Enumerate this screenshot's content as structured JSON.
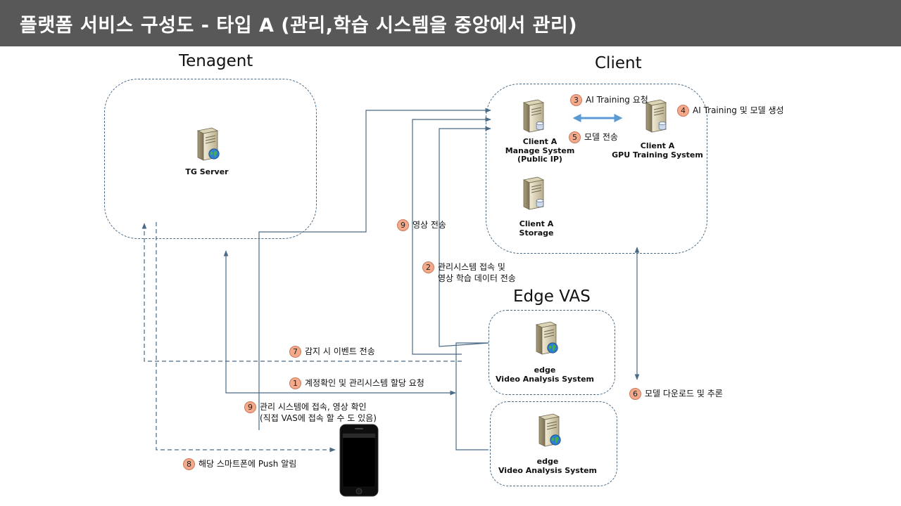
{
  "title": "플랫폼 서비스 구성도 - 타입 A  (관리,학습 시스템을 중앙에서 관리)",
  "regions": {
    "tenagent": "Tenagent",
    "client": "Client",
    "edge_vas": "Edge VAS"
  },
  "nodes": {
    "tg_server": "TG Server",
    "client_manage": [
      "Client A",
      "Manage System",
      "(Public IP)"
    ],
    "client_gpu": [
      "Client A",
      "GPU Training System"
    ],
    "client_storage": [
      "Client A",
      "Storage"
    ],
    "edge1": [
      "edge",
      "Video Analysis System"
    ],
    "edge2": [
      "edge",
      "Video Analysis System"
    ]
  },
  "steps": {
    "s1": {
      "num": "1",
      "lines": [
        "계정확인 및 관리시스템 할당 요청"
      ]
    },
    "s2": {
      "num": "2",
      "lines": [
        "관리시스템 접속 및",
        "영상 학습 데이터 전송"
      ]
    },
    "s3": {
      "num": "3",
      "lines": [
        "AI Training 요청"
      ]
    },
    "s4": {
      "num": "4",
      "lines": [
        "AI Training 및 모델 생성"
      ]
    },
    "s5": {
      "num": "5",
      "lines": [
        "모델 전송"
      ]
    },
    "s6": {
      "num": "6",
      "lines": [
        "모델 다운로드 및 추론"
      ]
    },
    "s7": {
      "num": "7",
      "lines": [
        "감지 시 이벤트 전송"
      ]
    },
    "s8": {
      "num": "8",
      "lines": [
        "해당 스마트폰에 Push 알림"
      ]
    },
    "s9a": {
      "num": "9",
      "lines": [
        "영상 전송"
      ]
    },
    "s9b": {
      "num": "9",
      "lines": [
        "관리 시스템에 접속, 영상 확인",
        "(직접 VAS에 접속 할 수 도 있음)"
      ]
    }
  },
  "colors": {
    "title_bar": "#585858",
    "line": "#4a6a86",
    "badge": "#f4a98a",
    "double_arrow": "#5b9bd5"
  },
  "icons": {
    "server": "server-icon",
    "phone": "smartphone-icon"
  }
}
